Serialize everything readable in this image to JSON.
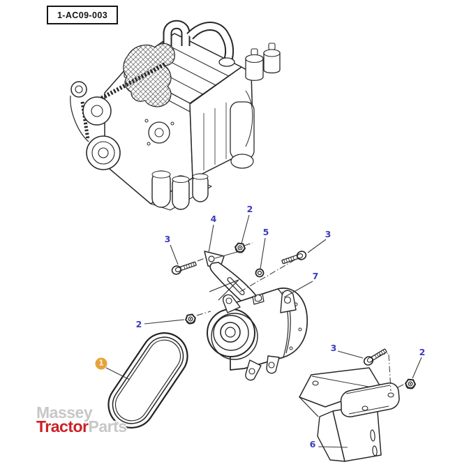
{
  "figure_label": {
    "text": "1-AC09-003"
  },
  "watermark": {
    "line1": "Massey",
    "brand_accent": "Tractor",
    "brand_rest": "Parts"
  },
  "colors": {
    "callout_blue": "#3b3bbd",
    "highlight_orange": "#e6a33c",
    "highlight_text": "#fdf4da",
    "line_dark": "#262626",
    "watermark_gray": "#c7c7c7",
    "watermark_red": "#cc2127"
  },
  "callouts": [
    {
      "label": "3"
    },
    {
      "label": "4"
    },
    {
      "label": "2"
    },
    {
      "label": "5"
    },
    {
      "label": "3"
    },
    {
      "label": "7"
    },
    {
      "label": "2"
    },
    {
      "label": "1"
    },
    {
      "label": "3"
    },
    {
      "label": "2"
    },
    {
      "label": "6"
    }
  ]
}
